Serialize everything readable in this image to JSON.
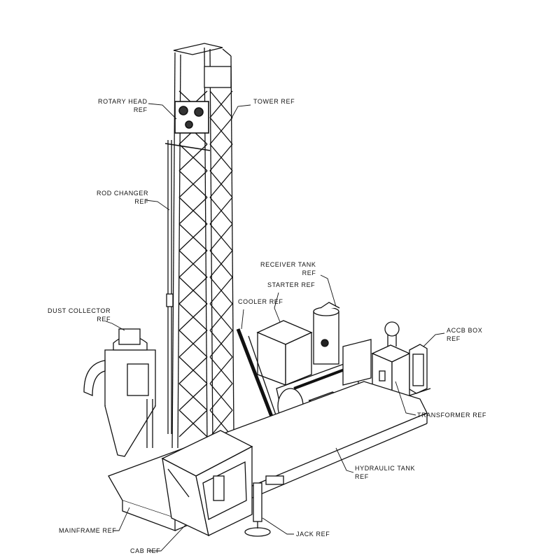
{
  "labels": {
    "rotary_head": [
      "ROTARY HEAD",
      "REF"
    ],
    "tower": [
      "TOWER REF"
    ],
    "rod_changer": [
      "ROD CHANGER",
      "REF"
    ],
    "receiver_tank": [
      "RECEIVER TANK",
      "REF"
    ],
    "starter": [
      "STARTER REF"
    ],
    "cooler": [
      "COOLER REF"
    ],
    "dust_collector": [
      "DUST COLLECTOR",
      "REF"
    ],
    "accb_box": [
      "ACCB BOX",
      "REF"
    ],
    "transformer": [
      "TRANSFORMER REF"
    ],
    "hydraulic_tank": [
      "HYDRAULIC TANK",
      "REF"
    ],
    "mainframe": [
      "MAINFRAME REF"
    ],
    "cab": [
      "CAB REF"
    ],
    "jack": [
      "JACK REF"
    ]
  }
}
